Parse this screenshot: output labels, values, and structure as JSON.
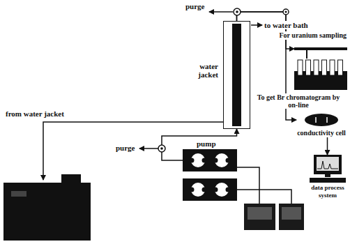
{
  "diagram": {
    "nodes": [
      {
        "text": [
          "water jacket"
        ]
      },
      {
        "text": [
          "For uranium sampling"
        ]
      },
      {
        "text": [
          "conductivity cell"
        ]
      },
      {
        "text": [
          "data process system"
        ]
      },
      {
        "text": [
          "pump"
        ]
      }
    ],
    "edges": [
      {
        "from": 4,
        "to": 0,
        "arrow": "to"
      },
      {
        "from": 0,
        "to": 1,
        "arrow": "to"
      },
      {
        "from": 0,
        "to": 2,
        "arrow": "to",
        "label": "To get Br chromatogram by on-line"
      },
      {
        "from": 2,
        "to": 3,
        "arrow": "to"
      }
    ],
    "labels": [
      "purge",
      "to water bath",
      "from water jacket",
      "purge"
    ]
  }
}
